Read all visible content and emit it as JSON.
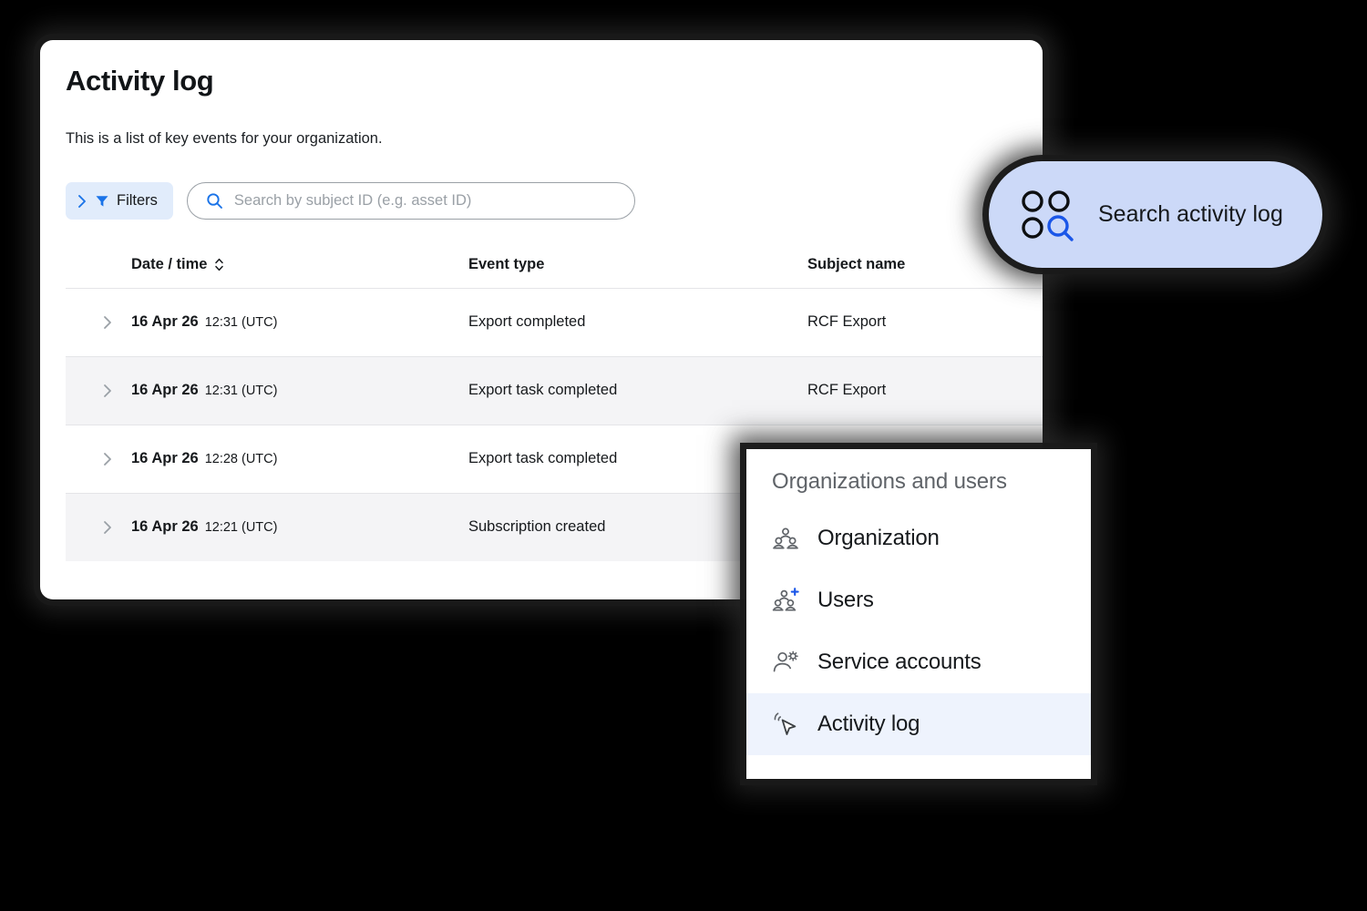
{
  "page": {
    "title": "Activity log",
    "subtitle": "This is a list of key events for your organization."
  },
  "toolbar": {
    "filters_label": "Filters",
    "filters_chevron_icon": "chevron-right-icon",
    "filters_funnel_icon": "filter-funnel-icon",
    "search_placeholder": "Search by subject ID (e.g. asset ID)",
    "search_icon": "search-icon",
    "filters_bg_color": "#e1ecfb",
    "accent_color": "#1a73e8"
  },
  "table": {
    "columns": [
      {
        "key": "expand",
        "label": ""
      },
      {
        "key": "datetime",
        "label": "Date / time",
        "sortable": true,
        "sort_icon": "sort-updown-icon"
      },
      {
        "key": "event_type",
        "label": "Event type"
      },
      {
        "key": "subject_name",
        "label": "Subject name"
      }
    ],
    "rows": [
      {
        "expand_icon": "chevron-right-icon",
        "date": "16 Apr 26",
        "time": "12:31 (UTC)",
        "event_type": "Export completed",
        "subject_name": "RCF Export",
        "shaded": false
      },
      {
        "expand_icon": "chevron-right-icon",
        "date": "16 Apr 26",
        "time": "12:31 (UTC)",
        "event_type": "Export task completed",
        "subject_name": "RCF Export",
        "shaded": true
      },
      {
        "expand_icon": "chevron-right-icon",
        "date": "16 Apr 26",
        "time": "12:28 (UTC)",
        "event_type": "Export task completed",
        "subject_name": "",
        "shaded": false
      },
      {
        "expand_icon": "chevron-right-icon",
        "date": "16 Apr 26",
        "time": "12:21 (UTC)",
        "event_type": "Subscription created",
        "subject_name": "",
        "shaded": true
      }
    ]
  },
  "search_pill": {
    "label": "Search activity log",
    "icon": "grid-search-icon",
    "bg_color": "#ccd9f8",
    "icon_accent_color": "#1a56e8"
  },
  "menu": {
    "title": "Organizations and users",
    "items": [
      {
        "label": "Organization",
        "icon": "organization-group-icon",
        "active": false
      },
      {
        "label": "Users",
        "icon": "users-add-icon",
        "active": false
      },
      {
        "label": "Service accounts",
        "icon": "person-gear-icon",
        "active": false
      },
      {
        "label": "Activity log",
        "icon": "cursor-click-icon",
        "active": true
      }
    ],
    "active_bg_color": "#eef3fd"
  }
}
